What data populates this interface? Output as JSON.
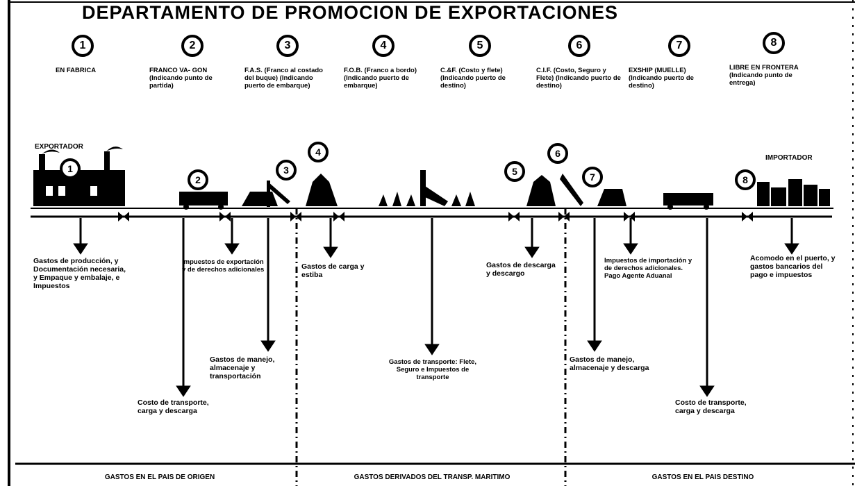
{
  "title": "DEPARTAMENTO DE PROMOCION DE EXPORTACIONES",
  "terms": [
    {
      "num": "1",
      "label": "EN FABRICA"
    },
    {
      "num": "2",
      "label": "FRANCO VA- GON (Indicando punto de partida)"
    },
    {
      "num": "3",
      "label": "F.A.S. (Franco al costado del buque) (Indicando puerto de embarque)"
    },
    {
      "num": "4",
      "label": "F.O.B. (Franco a bordo) (Indicando puerto de embarque)"
    },
    {
      "num": "5",
      "label": "C.&F. (Costo y flete) (Indicando puerto de destino)"
    },
    {
      "num": "6",
      "label": "C.I.F. (Costo, Seguro y Flete) (Indicando puerto de destino)"
    },
    {
      "num": "7",
      "label": "EXSHIP (MUELLE) (Indicando puerto de destino)"
    },
    {
      "num": "8",
      "label": "LIBRE EN FRONTERA (Indicando punto de entrega)"
    }
  ],
  "actors": {
    "exporter": "EXPORTADOR",
    "importer": "IMPORTADOR"
  },
  "costs": [
    "Gastos de producción, y Documentación necesaria, y Empaque y embalaje, e Impuestos",
    "Impuestos de exportación y de derechos adicionales",
    "Gastos de carga y estiba",
    "Gastos de descarga y descargo",
    "Impuestos de importación y de derechos adicionales. Pago Agente Aduanal",
    "Acomodo en el puerto, y gastos bancarios del pago e impuestos",
    "Gastos de manejo, almacenaje y transportación",
    "Gastos de transporte: Flete, Seguro e Impuestos de transporte",
    "Gastos de manejo, almacenaje y descarga",
    "Costo de transporte, carga y descarga",
    "Costo de transporte, carga y descarga"
  ],
  "footer": {
    "origin": "GASTOS EN EL PAIS DE ORIGEN",
    "transit": "GASTOS DERIVADOS DEL TRANSP. MARITIMO",
    "destination": "GASTOS EN EL PAIS DESTINO"
  }
}
